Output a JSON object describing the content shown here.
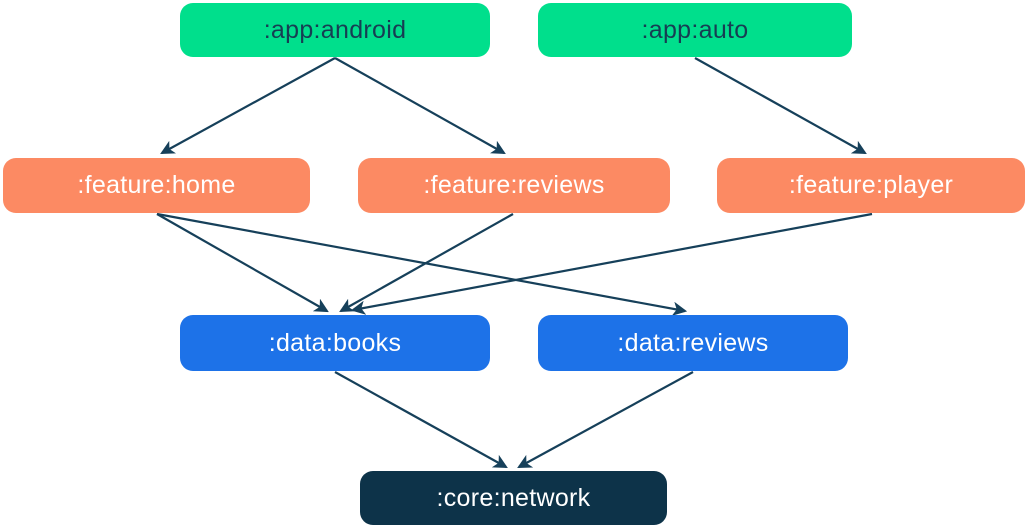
{
  "diagram": {
    "type": "module-dependency-graph",
    "nodes": [
      {
        "id": "app-android",
        "label": ":app:android",
        "group": "app"
      },
      {
        "id": "app-auto",
        "label": ":app:auto",
        "group": "app"
      },
      {
        "id": "feature-home",
        "label": ":feature:home",
        "group": "feature"
      },
      {
        "id": "feature-reviews",
        "label": ":feature:reviews",
        "group": "feature"
      },
      {
        "id": "feature-player",
        "label": ":feature:player",
        "group": "feature"
      },
      {
        "id": "data-books",
        "label": ":data:books",
        "group": "data"
      },
      {
        "id": "data-reviews",
        "label": ":data:reviews",
        "group": "data"
      },
      {
        "id": "core-network",
        "label": ":core:network",
        "group": "core"
      }
    ],
    "edges": [
      {
        "from": "app-android",
        "to": "feature-home"
      },
      {
        "from": "app-android",
        "to": "feature-reviews"
      },
      {
        "from": "app-auto",
        "to": "feature-player"
      },
      {
        "from": "feature-home",
        "to": "data-books"
      },
      {
        "from": "feature-home",
        "to": "data-reviews"
      },
      {
        "from": "feature-reviews",
        "to": "data-books"
      },
      {
        "from": "feature-player",
        "to": "data-books"
      },
      {
        "from": "data-books",
        "to": "core-network"
      },
      {
        "from": "data-reviews",
        "to": "core-network"
      }
    ],
    "colors": {
      "app": "#00df8c",
      "feature": "#fc8a63",
      "data": "#1d72e8",
      "core": "#0d3349",
      "arrow": "#16405a",
      "text_on_app": "#173d53",
      "text_on_feature": "#ffffff",
      "text_on_data": "#ffffff",
      "text_on_core": "#ffffff",
      "background": "#ffffff"
    }
  }
}
